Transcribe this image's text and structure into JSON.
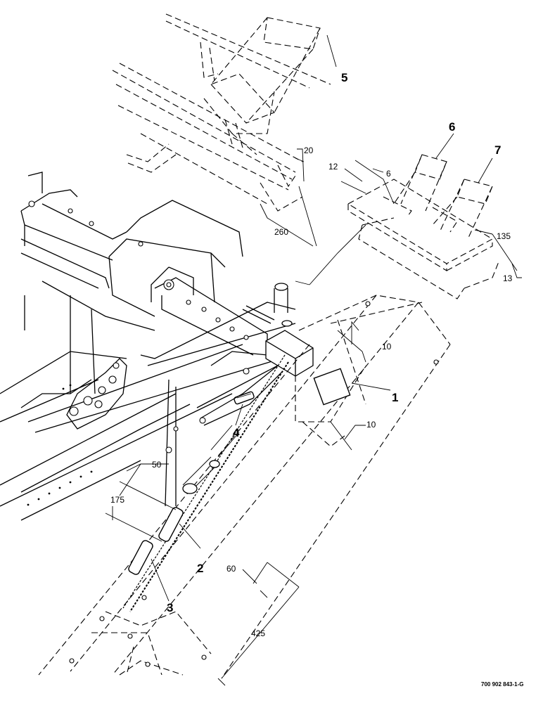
{
  "callouts": {
    "c1": "1",
    "c2": "2",
    "c3": "3",
    "c4": "4",
    "c5": "5",
    "c6": "6",
    "c7": "7"
  },
  "dimensions": {
    "d20": "20",
    "d12": "12",
    "d6": "6",
    "d260": "260",
    "d135": "135",
    "d13": "13",
    "d10_top": "10",
    "d10_bottom": "10",
    "d50": "50",
    "d175": "175",
    "d60": "60",
    "d425": "425"
  },
  "drawing_reference": "700 902 843-1-G"
}
